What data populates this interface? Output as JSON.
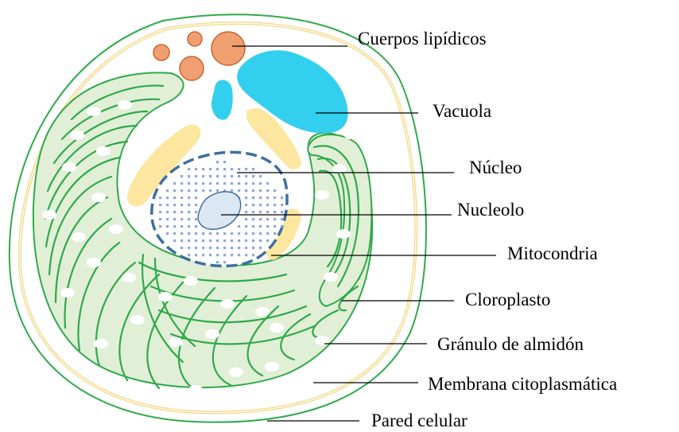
{
  "labels": {
    "lipid_bodies": "Cuerpos lipídicos",
    "vacuole": "Vacuola",
    "nucleus": "Núcleo",
    "nucleolus": "Nucleolo",
    "mitochondria": "Mitocondria",
    "chloroplast": "Cloroplasto",
    "starch_granule": "Gránulo de almidón",
    "cytoplasmic_membrane": "Membrana citoplasmática",
    "cell_wall": "Pared celular"
  },
  "colors": {
    "cell_wall": "#2eaa4a",
    "membrane": "#f5d98a",
    "chloroplast_fill": "#e2efd7",
    "thylakoid": "#2eaa4a",
    "starch": "#ffffff",
    "lipid_fill": "#f0a070",
    "lipid_stroke": "#c8642f",
    "vacuole": "#33cfee",
    "mito_fill": "#fde6a0",
    "nucleus_stroke": "#3f6fa0",
    "nucleus_dots": "#8fa9d6",
    "nucleolus_fill": "#dce7f4",
    "nucleolus_stroke": "#3f6fa0"
  }
}
